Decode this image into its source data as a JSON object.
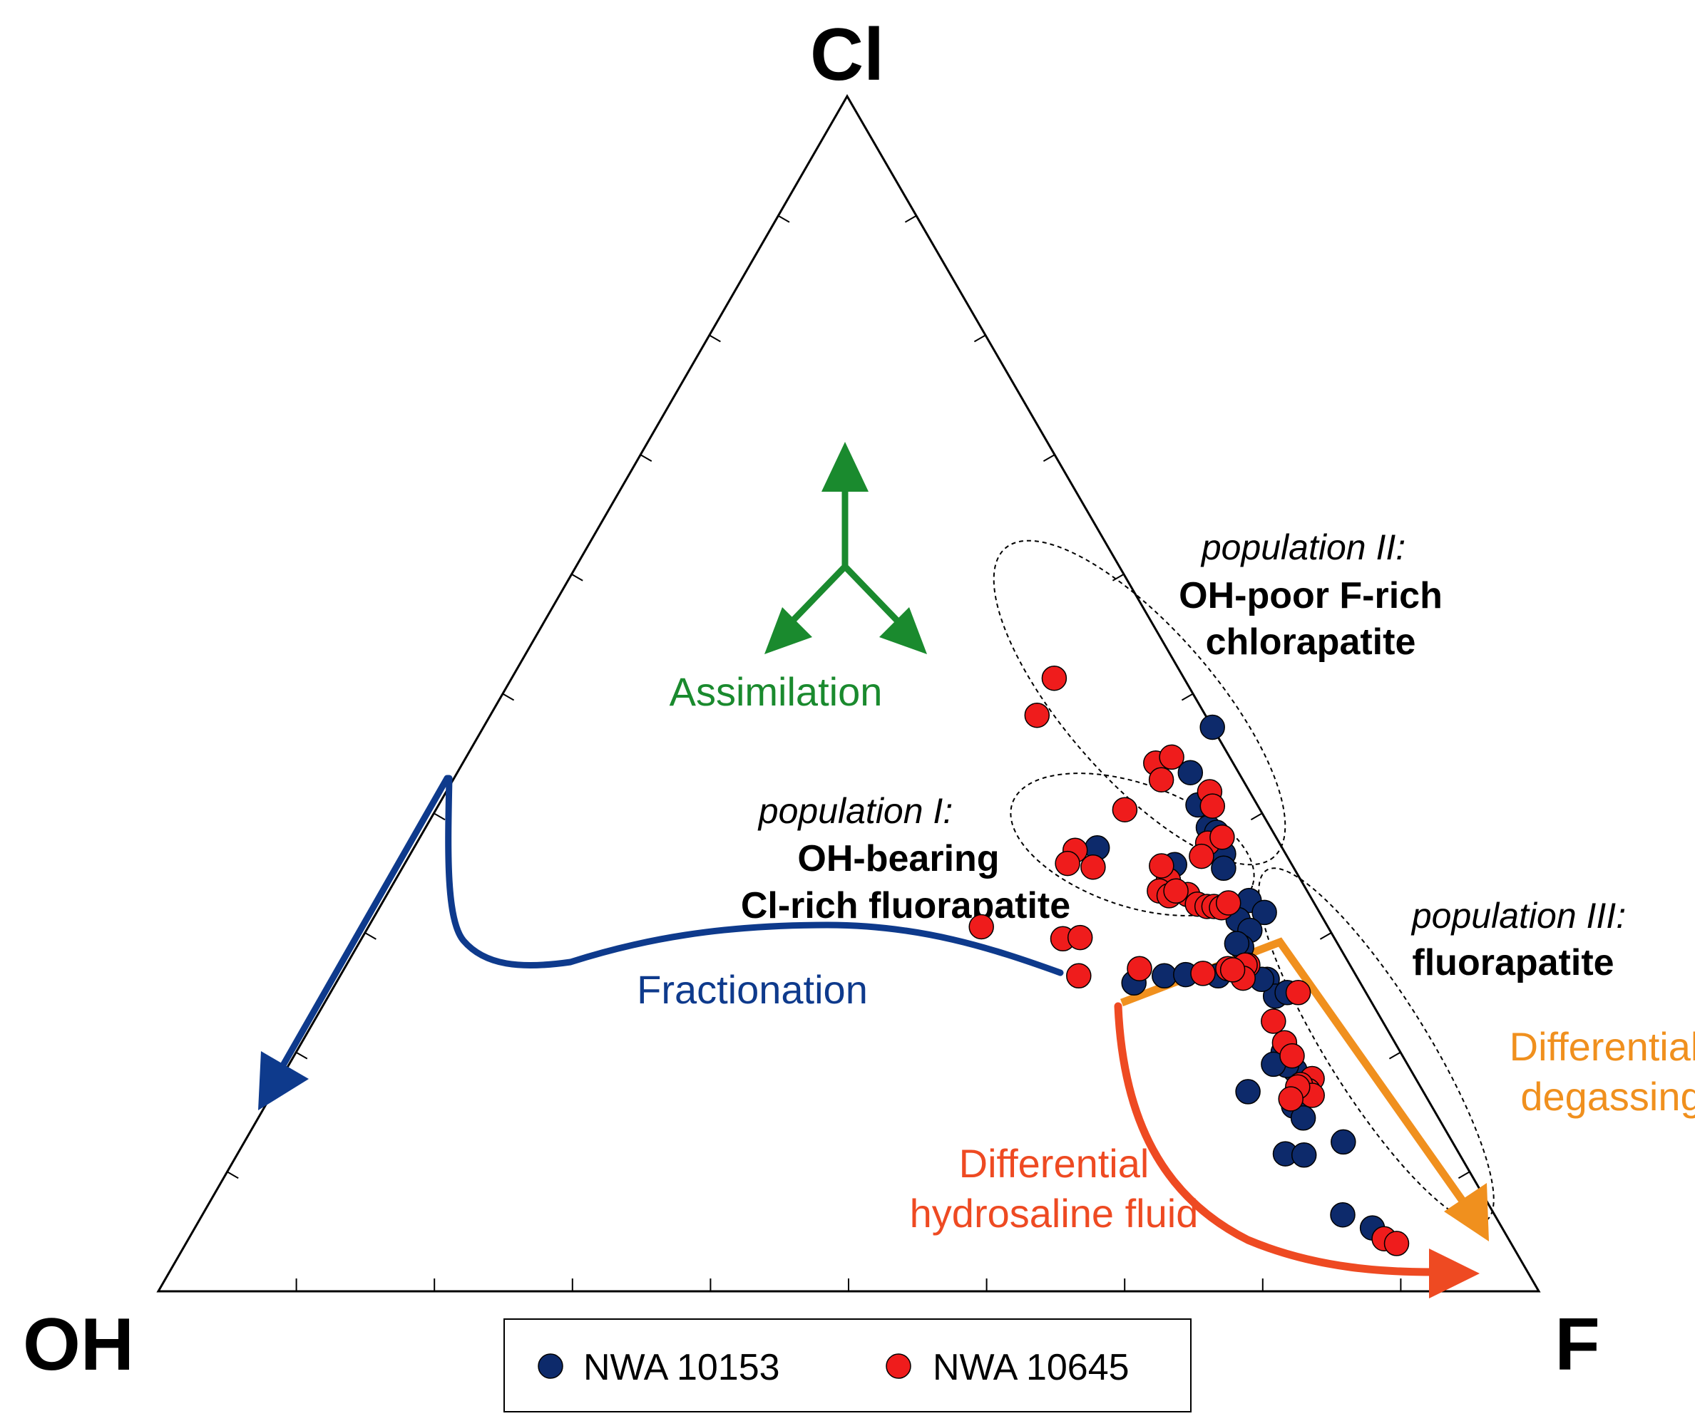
{
  "colors": {
    "nwa10153": "#0d2a6b",
    "nwa10645": "#ef1c1c",
    "assimilation": "#1a8a2e",
    "fractionation": "#0e3a8c",
    "degassing": "#f0901e",
    "hydrosaline": "#ee4a22"
  },
  "chart_data": {
    "type": "scatter",
    "plot": "ternary",
    "vertices": {
      "top": "Cl",
      "left": "OH",
      "right": "F"
    },
    "ticks": "every 0.1 on each side",
    "annotations": {
      "population_2": {
        "title": "population II:",
        "line1": "OH-poor F-rich",
        "line2": "chlorapatite"
      },
      "population_1": {
        "title": "population I:",
        "line1": "OH-bearing",
        "line2": "Cl-rich fluorapatite"
      },
      "population_3": {
        "title": "population III:",
        "line1": "fluorapatite"
      },
      "assimilation": "Assimilation",
      "fractionation": "Fractionation",
      "degassing": {
        "line1": "Differential",
        "line2": "degassing"
      },
      "hydrosaline": {
        "line1": "Differential",
        "line2": "hydrosaline fluid"
      }
    },
    "legend": {
      "position": "bottom-center",
      "entries": [
        "NWA 10153",
        "NWA 10645"
      ]
    },
    "series": [
      {
        "name": "NWA 10153",
        "color": "#0d2a6b",
        "points": [
          {
            "Cl": 0.472,
            "F": 0.528
          },
          {
            "Cl": 0.434,
            "F": 0.531
          },
          {
            "Cl": 0.407,
            "F": 0.55
          },
          {
            "Cl": 0.388,
            "F": 0.567
          },
          {
            "Cl": 0.384,
            "F": 0.575
          },
          {
            "Cl": 0.371,
            "F": 0.495
          },
          {
            "Cl": 0.357,
            "F": 0.558
          },
          {
            "Cl": 0.366,
            "F": 0.589
          },
          {
            "Cl": 0.354,
            "F": 0.595
          },
          {
            "Cl": 0.327,
            "F": 0.627
          },
          {
            "Cl": 0.317,
            "F": 0.643
          },
          {
            "Cl": 0.311,
            "F": 0.627
          },
          {
            "Cl": 0.302,
            "F": 0.64
          },
          {
            "Cl": 0.288,
            "F": 0.641
          },
          {
            "Cl": 0.291,
            "F": 0.636
          },
          {
            "Cl": 0.264,
            "F": 0.636
          },
          {
            "Cl": 0.261,
            "F": 0.673
          },
          {
            "Cl": 0.247,
            "F": 0.686
          },
          {
            "Cl": 0.261,
            "F": 0.669
          },
          {
            "Cl": 0.25,
            "F": 0.693
          },
          {
            "Cl": 0.264,
            "F": 0.597
          },
          {
            "Cl": 0.265,
            "F": 0.612
          },
          {
            "Cl": 0.258,
            "F": 0.578
          },
          {
            "Cl": 0.2,
            "F": 0.715
          },
          {
            "Cl": 0.185,
            "F": 0.731
          },
          {
            "Cl": 0.189,
            "F": 0.723
          },
          {
            "Cl": 0.19,
            "F": 0.713
          },
          {
            "Cl": 0.167,
            "F": 0.706
          },
          {
            "Cl": 0.155,
            "F": 0.745
          },
          {
            "Cl": 0.145,
            "F": 0.757
          },
          {
            "Cl": 0.115,
            "F": 0.759
          },
          {
            "Cl": 0.114,
            "F": 0.773
          },
          {
            "Cl": 0.125,
            "F": 0.796
          },
          {
            "Cl": 0.064,
            "F": 0.826
          },
          {
            "Cl": 0.053,
            "F": 0.853
          }
        ]
      },
      {
        "name": "NWA 10645",
        "color": "#ef1c1c",
        "points": [
          {
            "Cl": 0.513,
            "F": 0.393
          },
          {
            "Cl": 0.482,
            "F": 0.396
          },
          {
            "Cl": 0.442,
            "F": 0.502
          },
          {
            "Cl": 0.428,
            "F": 0.513
          },
          {
            "Cl": 0.447,
            "F": 0.511
          },
          {
            "Cl": 0.418,
            "F": 0.553
          },
          {
            "Cl": 0.403,
            "F": 0.499
          },
          {
            "Cl": 0.406,
            "F": 0.561
          },
          {
            "Cl": 0.369,
            "F": 0.48
          },
          {
            "Cl": 0.375,
            "F": 0.573
          },
          {
            "Cl": 0.38,
            "F": 0.581
          },
          {
            "Cl": 0.358,
            "F": 0.48
          },
          {
            "Cl": 0.364,
            "F": 0.574
          },
          {
            "Cl": 0.355,
            "F": 0.5
          },
          {
            "Cl": 0.344,
            "F": 0.56
          },
          {
            "Cl": 0.356,
            "F": 0.549
          },
          {
            "Cl": 0.335,
            "F": 0.558
          },
          {
            "Cl": 0.331,
            "F": 0.567
          },
          {
            "Cl": 0.332,
            "F": 0.58
          },
          {
            "Cl": 0.335,
            "F": 0.57
          },
          {
            "Cl": 0.324,
            "F": 0.591
          },
          {
            "Cl": 0.322,
            "F": 0.599
          },
          {
            "Cl": 0.322,
            "F": 0.604
          },
          {
            "Cl": 0.321,
            "F": 0.61
          },
          {
            "Cl": 0.325,
            "F": 0.613
          },
          {
            "Cl": 0.305,
            "F": 0.444
          },
          {
            "Cl": 0.295,
            "F": 0.508
          },
          {
            "Cl": 0.296,
            "F": 0.52
          },
          {
            "Cl": 0.273,
            "F": 0.653
          },
          {
            "Cl": 0.27,
            "F": 0.64
          },
          {
            "Cl": 0.273,
            "F": 0.651
          },
          {
            "Cl": 0.262,
            "F": 0.655
          },
          {
            "Cl": 0.264,
            "F": 0.535
          },
          {
            "Cl": 0.27,
            "F": 0.576
          },
          {
            "Cl": 0.266,
            "F": 0.624
          },
          {
            "Cl": 0.269,
            "F": 0.644
          },
          {
            "Cl": 0.25,
            "F": 0.701
          },
          {
            "Cl": 0.226,
            "F": 0.695
          },
          {
            "Cl": 0.208,
            "F": 0.712
          },
          {
            "Cl": 0.197,
            "F": 0.723
          },
          {
            "Cl": 0.178,
            "F": 0.747
          },
          {
            "Cl": 0.168,
            "F": 0.749
          },
          {
            "Cl": 0.173,
            "F": 0.741
          },
          {
            "Cl": 0.164,
            "F": 0.754
          },
          {
            "Cl": 0.171,
            "F": 0.74
          },
          {
            "Cl": 0.161,
            "F": 0.74
          },
          {
            "Cl": 0.044,
            "F": 0.866
          },
          {
            "Cl": 0.04,
            "F": 0.877
          }
        ]
      }
    ]
  }
}
